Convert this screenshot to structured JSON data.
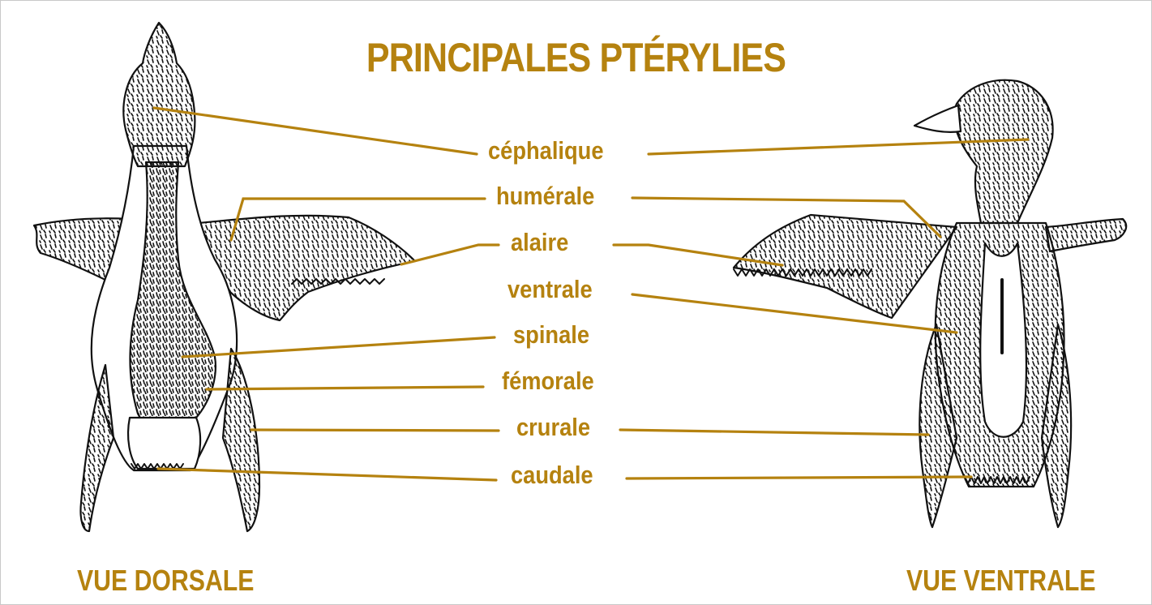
{
  "title": "PRINCIPALES PTÉRYLIES",
  "labels": {
    "cephalique": "céphalique",
    "humerale": "humérale",
    "alaire": "alaire",
    "ventrale": "ventrale",
    "spinale": "spinale",
    "femorale": "fémorale",
    "crurale": "crurale",
    "caudale": "caudale"
  },
  "views": {
    "dorsal": "VUE DORSALE",
    "ventral": "VUE VENTRALE"
  },
  "colors": {
    "accent": "#b5820f",
    "ink": "#111111",
    "background": "#ffffff"
  }
}
